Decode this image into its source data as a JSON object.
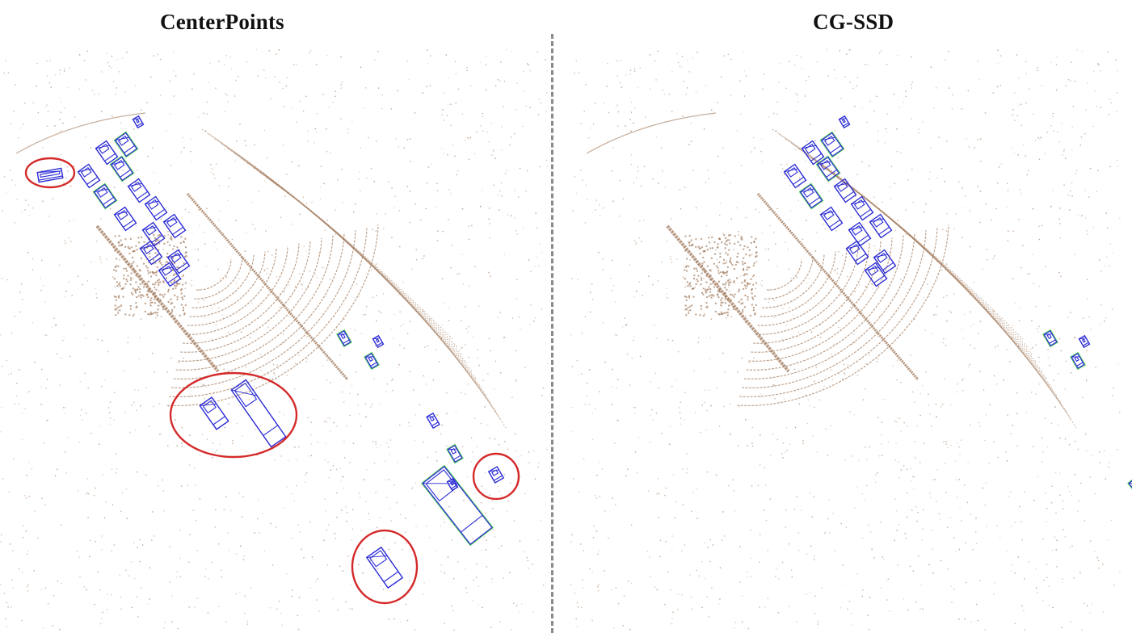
{
  "figure": {
    "left_panel": {
      "title": "CenterPoints"
    },
    "right_panel": {
      "title": "CG-SSD"
    }
  },
  "colors": {
    "point_cloud": "#a0785a",
    "box_prediction": "#2b2bd6",
    "box_ground_truth": "#3fcf3f",
    "highlight_ellipse": "#d42a2a",
    "divider": "#8a8a8a"
  },
  "annotations": {
    "left_false_positive_circles": 4,
    "right_false_positive_circles": 0
  }
}
